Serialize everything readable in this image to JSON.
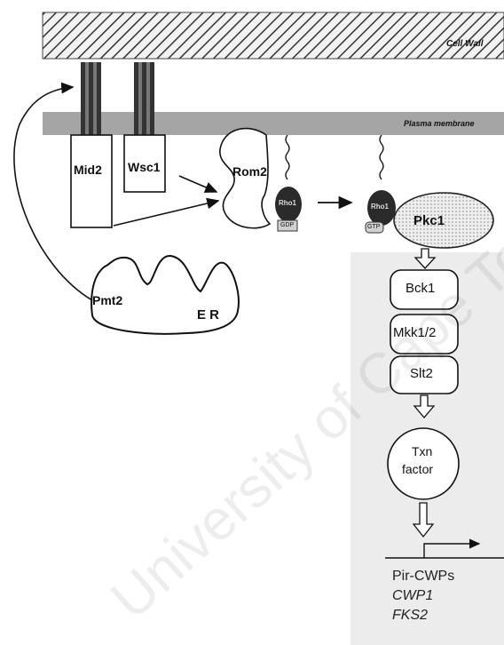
{
  "diagram": {
    "cell_wall_label": "Cell Wall",
    "plasma_membrane_label": "Plasma membrane",
    "sensors": [
      {
        "label": "Mid2"
      },
      {
        "label": "Wsc1"
      }
    ],
    "er": {
      "protein_label": "Pmt2",
      "compartment_label": "E R"
    },
    "gef_label": "Rom2",
    "rho_gdp": {
      "label": "Rho1",
      "nucleotide": "GDP"
    },
    "rho_gtp": {
      "label": "Rho1",
      "nucleotide": "GTP"
    },
    "pkc_label": "Pkc1",
    "mapk_cascade": [
      "Bck1",
      "Mkk1/2",
      "Slt2"
    ],
    "transcription_factor": {
      "line1": "Txn",
      "line2": "factor"
    },
    "target_genes": [
      "Pir-CWPs",
      "CWP1",
      "FKS2"
    ],
    "watermark": "University of Cape Town"
  },
  "colors": {
    "hatch": "#444444",
    "membrane": "#9a9a9a",
    "rho": "#2a2a2a",
    "panel": "#eeeeee"
  }
}
